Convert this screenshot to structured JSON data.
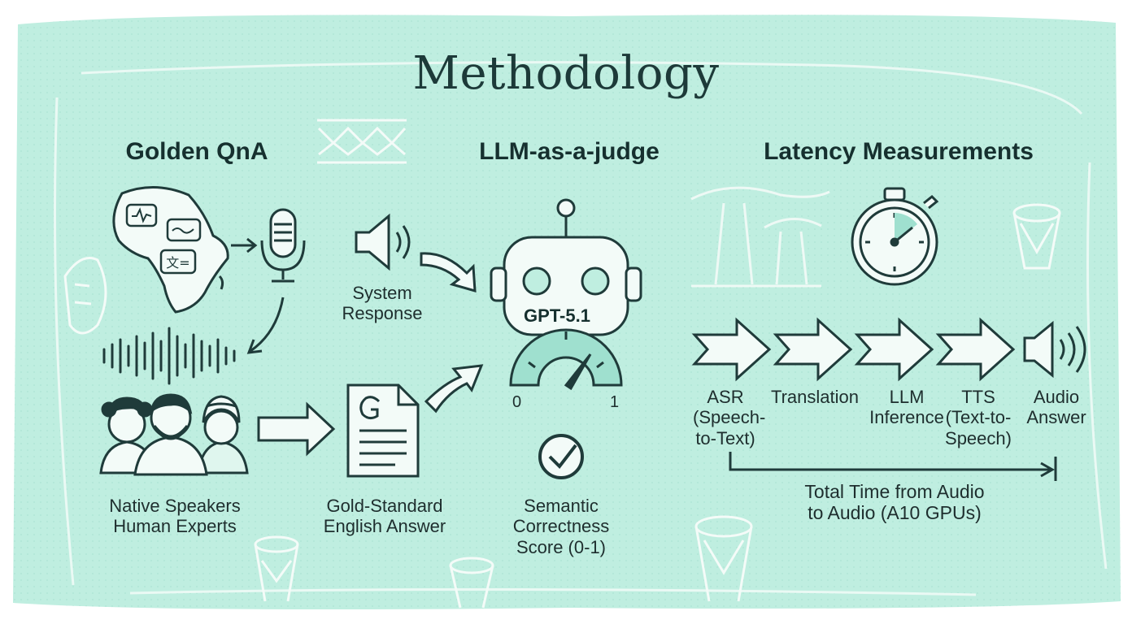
{
  "title": "Methodology",
  "sections": {
    "golden": "Golden QnA",
    "judge": "LLM-as-a-judge",
    "latency": "Latency Measurements"
  },
  "labels": {
    "system_response": "System\nResponse",
    "native_speakers": "Native Speakers\nHuman Experts",
    "gold_standard": "Gold-Standard\nEnglish Answer",
    "judge_model": "GPT-5.1",
    "gauge_min": "0",
    "gauge_max": "1",
    "score": "Semantic\nCorrectness\nScore (0-1)",
    "total_time": "Total Time from Audio\nto Audio (A10 GPUs)"
  },
  "pipeline": [
    "ASR\n(Speech-\nto-Text)",
    "Translation",
    "LLM\nInference",
    "TTS\n(Text-to-\nSpeech)",
    "Audio\nAnswer"
  ],
  "icons": {
    "africa": "africa-map-icon",
    "mic": "microphone-icon",
    "wave": "sound-wave-icon",
    "people": "people-icon",
    "speaker": "speaker-icon",
    "document": "document-icon",
    "robot": "robot-icon",
    "gauge": "gauge-icon",
    "check": "checkmark-icon",
    "stopwatch": "stopwatch-icon"
  },
  "colors": {
    "background": "#bfeee0",
    "ink": "#1f3b3a",
    "accent": "#9fe0cf",
    "panel": "#f3fbf8"
  }
}
